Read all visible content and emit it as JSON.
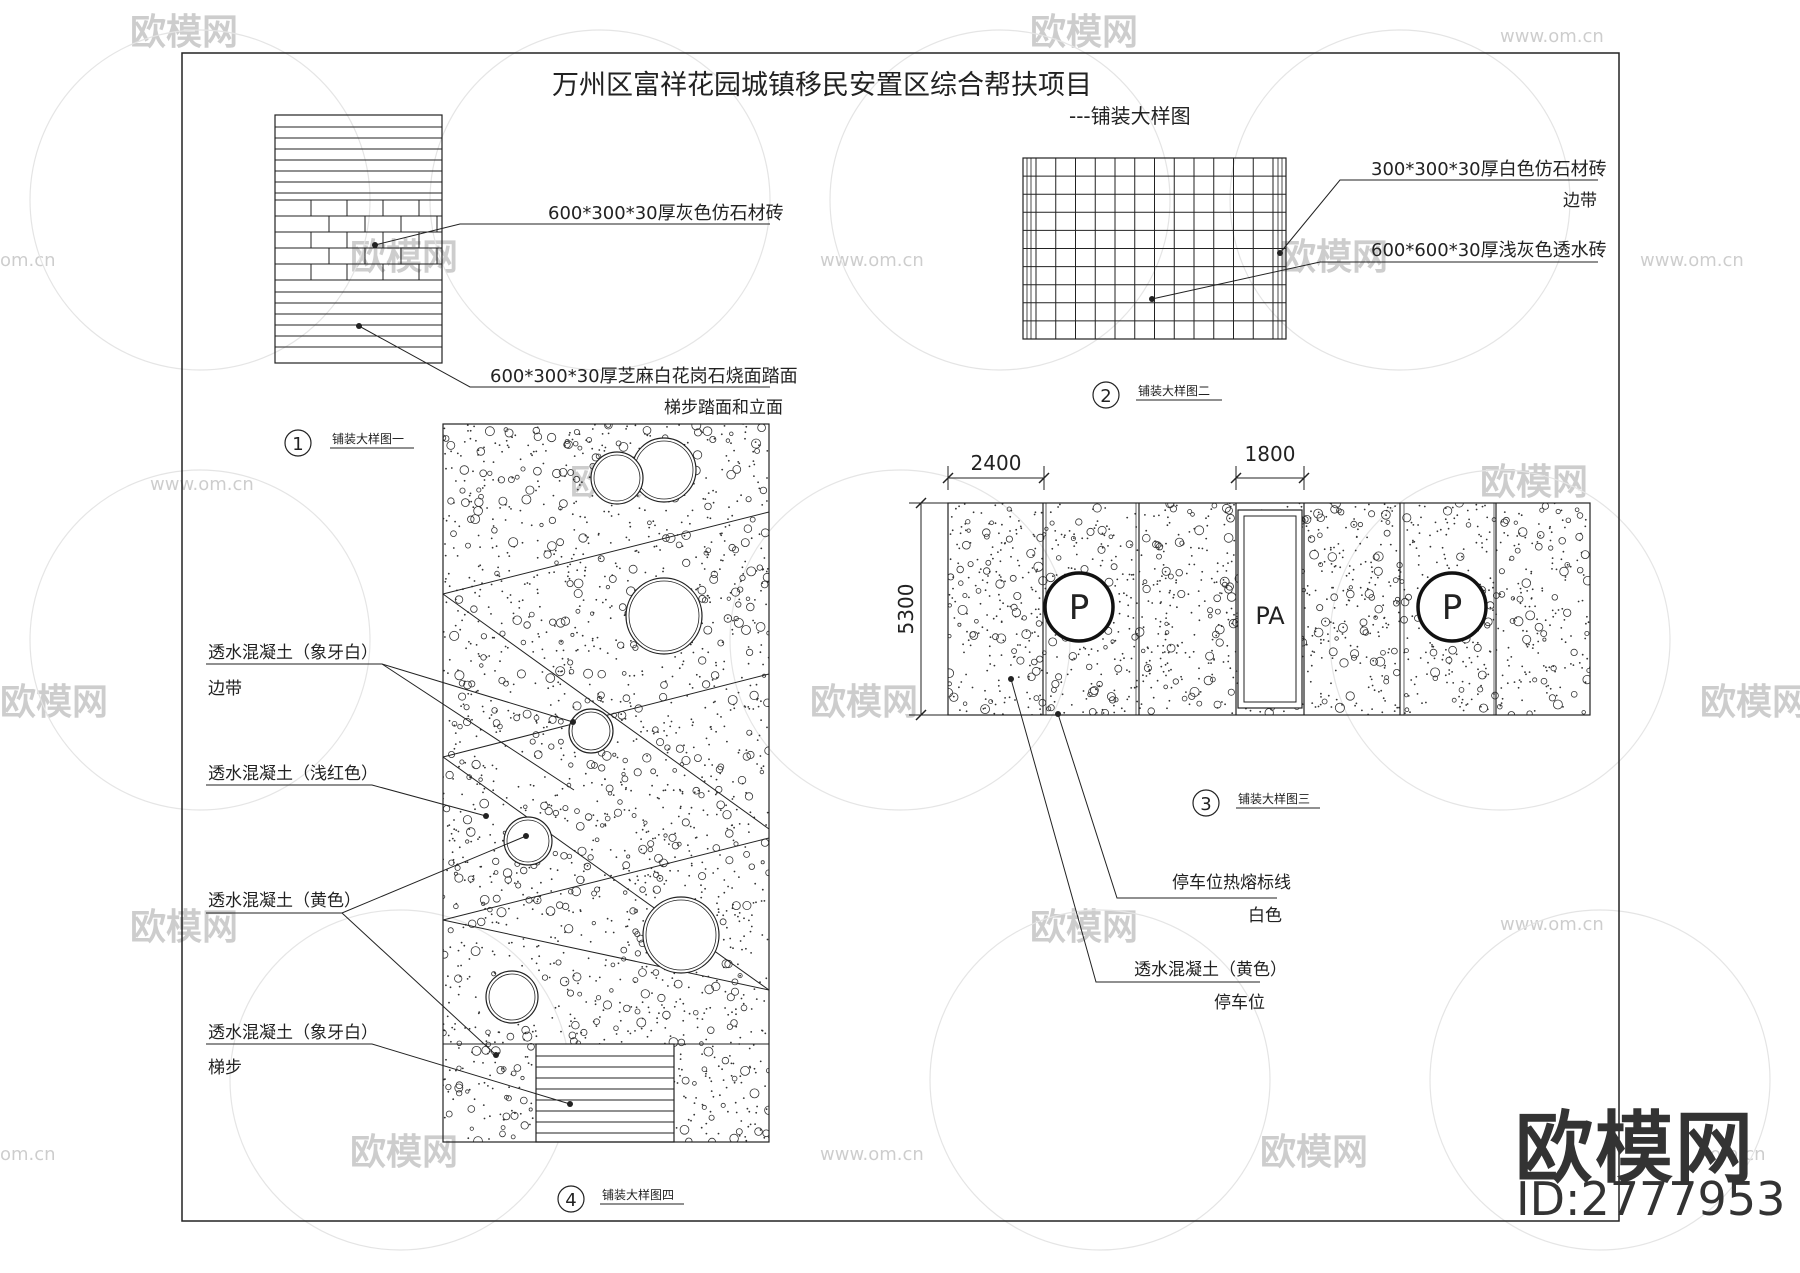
{
  "title": "万州区富祥花园城镇移民安置区综合帮扶项目",
  "subtitle": "---铺装大样图",
  "watermark": {
    "brand": "欧模网",
    "url": "www.om.cn",
    "url_short": "om.cn",
    "id_text": "ID:2777953"
  },
  "detail1": {
    "number": "1",
    "caption": "铺装大样图一",
    "label_tile": "600*300*30厚灰色仿石材砖",
    "label_granite_1": "600*300*30厚芝麻白花岗石烧面踏面",
    "label_granite_2": "梯步踏面和立面"
  },
  "detail2": {
    "number": "2",
    "caption": "铺装大样图二",
    "label_border_1": "300*300*30厚白色仿石材砖",
    "label_border_2": "边带",
    "label_permeable": "600*600*30厚浅灰色透水砖"
  },
  "detail3": {
    "number": "3",
    "caption": "铺装大样图三",
    "dim_width": "2400",
    "dim_pa": "1800",
    "dim_height": "5300",
    "parking_symbol": "P",
    "pa_label": "PA",
    "label_line_1": "停车位热熔标线",
    "label_line_2": "白色",
    "label_concrete_1": "透水混凝土（黄色）",
    "label_concrete_2": "停车位"
  },
  "detail4": {
    "number": "4",
    "caption": "铺装大样图四",
    "label_ivory_1": "透水混凝土（象牙白）",
    "label_ivory_2": "边带",
    "label_red": "透水混凝土（浅红色）",
    "label_yellow": "透水混凝土（黄色）",
    "label_steps_1": "透水混凝土（象牙白）",
    "label_steps_2": "梯步"
  }
}
